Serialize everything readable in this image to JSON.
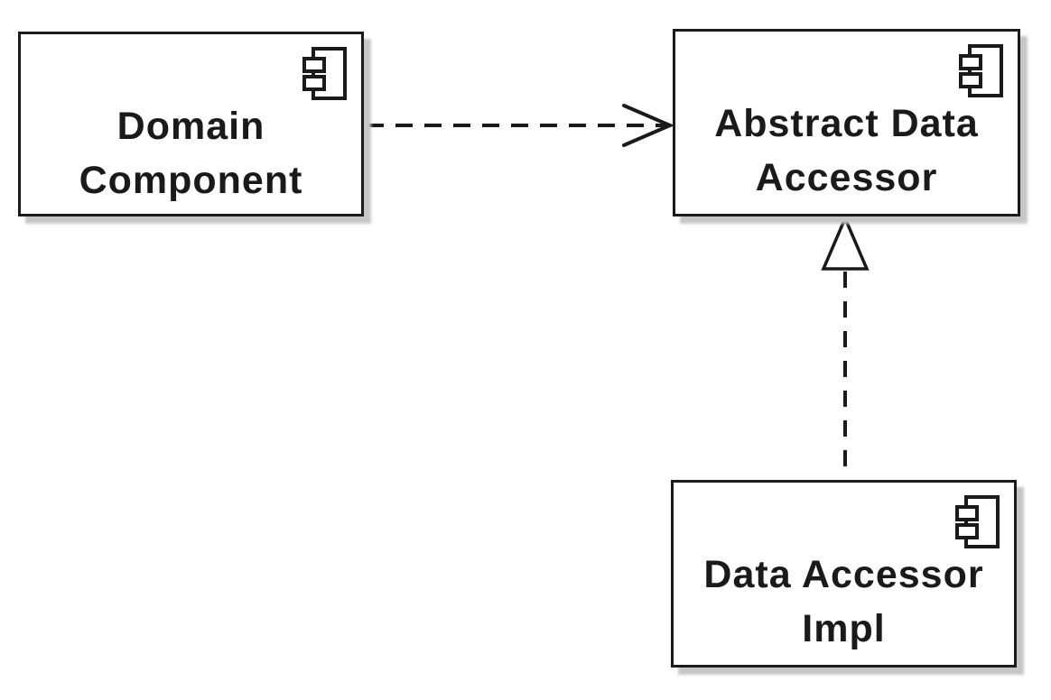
{
  "diagram": {
    "type": "uml-component-diagram",
    "colors": {
      "stroke": "#1a1a1a",
      "node_fill": "#ffffff",
      "shadow": "#c6c6c6",
      "background": "#ffffff"
    },
    "nodes": [
      {
        "id": "domain-component",
        "label": "Domain Component",
        "lines": [
          "Domain",
          "Component"
        ],
        "icon": "uml-component-icon"
      },
      {
        "id": "abstract-data-accessor",
        "label": "Abstract Data Accessor",
        "lines": [
          "Abstract Data",
          "Accessor"
        ],
        "icon": "uml-component-icon"
      },
      {
        "id": "data-accessor-impl",
        "label": "Data Accessor Impl",
        "lines": [
          "Data Accessor",
          "Impl"
        ],
        "icon": "uml-component-icon"
      }
    ],
    "edges": [
      {
        "id": "dependency",
        "from": "Domain Component",
        "to": "Abstract Data Accessor",
        "line_style": "dashed",
        "arrowhead": "open"
      },
      {
        "id": "realization",
        "from": "Data Accessor Impl",
        "to": "Abstract Data Accessor",
        "line_style": "dashed",
        "arrowhead": "hollow-triangle"
      }
    ]
  }
}
